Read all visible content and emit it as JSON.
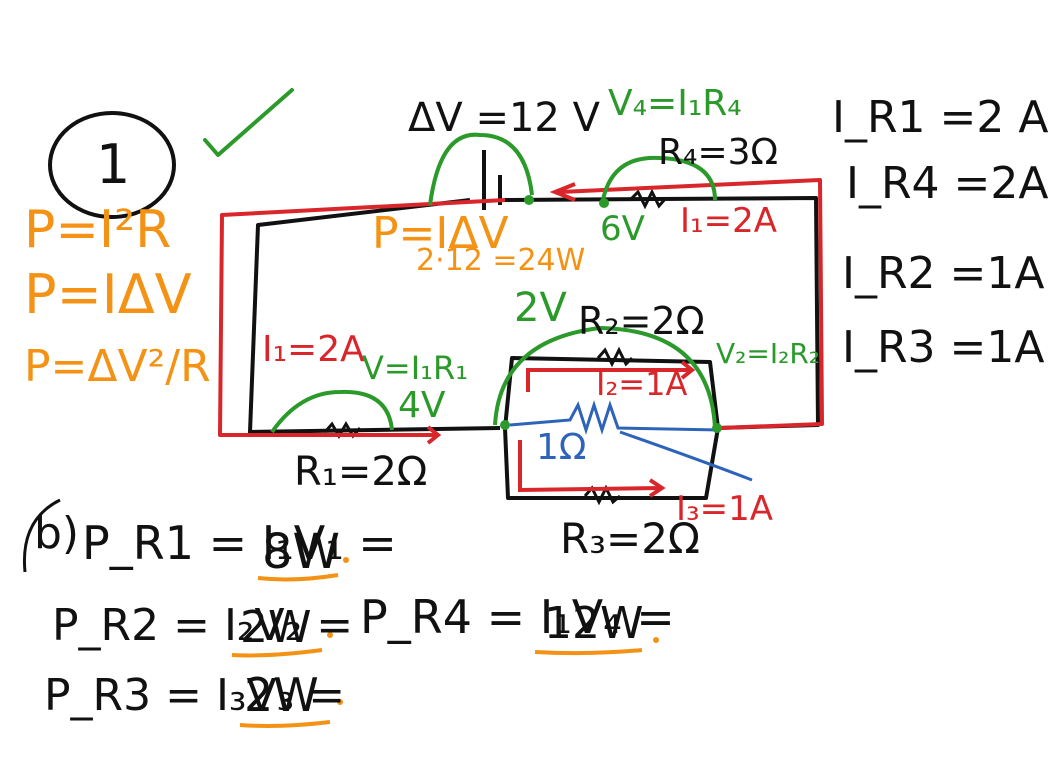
{
  "problem": {
    "number": "1",
    "part_b_label": "b)"
  },
  "formulas": [
    "P=I²R",
    "P=IΔV",
    "P=ΔV²/R"
  ],
  "battery": {
    "voltage_label": "ΔV =12 V",
    "power_formula": "P=IΔV",
    "power_calc": "2·12 =24W"
  },
  "resistors": {
    "R1": {
      "name": "R₁",
      "value": "R₁=2Ω",
      "voltage_formula": "V=I₁R₁",
      "voltage_value": "4V",
      "current": "I₁=2A"
    },
    "R2": {
      "value": "R₂=2Ω",
      "voltage_formula": "V₂=I₂R₂",
      "current": "I₂=1A"
    },
    "R3": {
      "value": "R₃=2Ω",
      "current": "I₃=1A"
    },
    "R4": {
      "value": "R₄=3Ω",
      "voltage_formula": "V₄=I₁R₄",
      "voltage_value": "6V",
      "current": "I₁=2A"
    },
    "R_eq_parallel": {
      "value": "1Ω"
    },
    "parallel_voltage": "2V"
  },
  "currents_list": [
    "I_R1 =2 A",
    "I_R4 =2A",
    "I_R2 =1A",
    "I_R3 =1A"
  ],
  "power_results": {
    "R1": {
      "expr": "P_R1 = I₁V₁ =",
      "result": "8W"
    },
    "R2": {
      "expr": "P_R2 = I₂V₂ =",
      "result": "2W"
    },
    "R3": {
      "expr": "P_R3 = I₃V₃ =",
      "result": "2W"
    },
    "R4": {
      "expr": "P_R4 = I₁V₄ =",
      "result": "12W"
    }
  },
  "colors": {
    "ink": "#111111",
    "orange": "#f39214",
    "green": "#2b9a2b",
    "red": "#d8262b",
    "blue": "#2d63b8"
  }
}
